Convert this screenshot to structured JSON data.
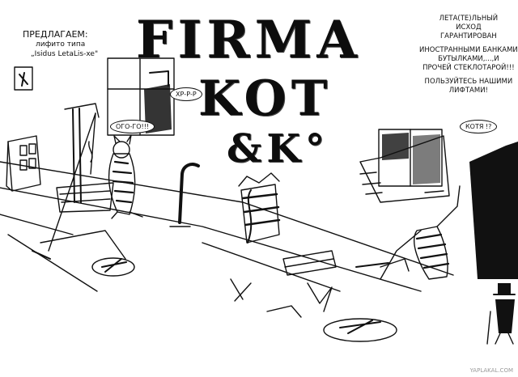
{
  "title": {
    "line1": "FIRMA",
    "line2": "KOT",
    "line3": "&K°"
  },
  "left_note": {
    "line1": "ПРЕДЛАГАЕМ:",
    "line2": "лифито типа",
    "line3": "„Isidus LetaLis-xe\""
  },
  "right_note": {
    "line1": "ЛЕТА(ТЕ)ЛЬНЫЙ",
    "line2": "ИСХОД",
    "line3": "ГАРАНТИРОВАН",
    "line4": "ИНОСТРАННЫМИ  БАНКАМИ",
    "line5": "БУТЫЛКАМИ,...,И",
    "line6": "ПРОЧЕЙ СТЕКЛОТАРОЙ!!!",
    "line7": "ПОЛЬЗУЙТЕСЬ НАШИМИ",
    "line8": "ЛИФТАМИ!"
  },
  "bubbles": {
    "snore": "ХР-Р-Р",
    "ogo": "ОГО-ГО!!!",
    "kotya": "КОТЯ !?"
  },
  "credit": "YAPLAKAL.COM"
}
